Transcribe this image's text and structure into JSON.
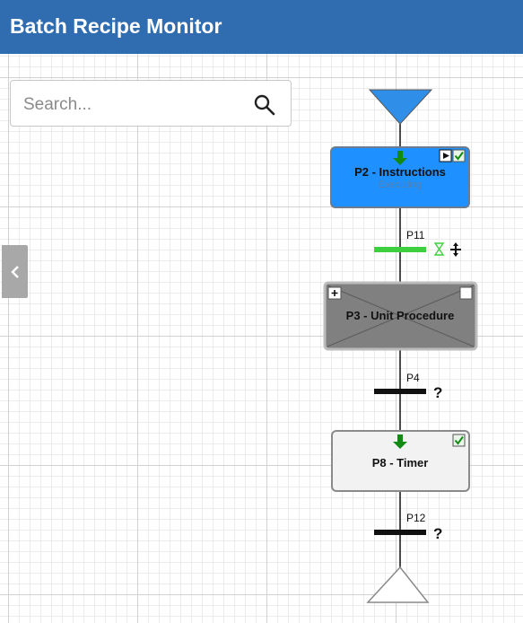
{
  "header": {
    "title": "Batch Recipe Monitor"
  },
  "search": {
    "placeholder": "Search..."
  },
  "flow": {
    "steps": [
      {
        "label": "P2 - Instructions",
        "sublabel": "Executing"
      },
      {
        "label": "P3 - Unit Procedure",
        "sublabel": ""
      },
      {
        "label": "P8 - Timer",
        "sublabel": ""
      }
    ],
    "transitions": [
      {
        "label": "P11"
      },
      {
        "label": "P4",
        "status": "?"
      },
      {
        "label": "P12",
        "status": "?"
      }
    ]
  },
  "colors": {
    "header": "#2f6cb0",
    "active_step": "#1e90ff",
    "skipped_step": "#808080",
    "idle_step": "#f2f2f2",
    "arrow_green": "#138a13",
    "transition_done": "#3dcf3d",
    "start_triangle": "#2f8fe8"
  },
  "icons": [
    "search-icon",
    "chevron-left-icon",
    "down-arrow-icon",
    "play-icon",
    "check-icon",
    "plus-icon",
    "hourglass-icon",
    "move-icon"
  ]
}
